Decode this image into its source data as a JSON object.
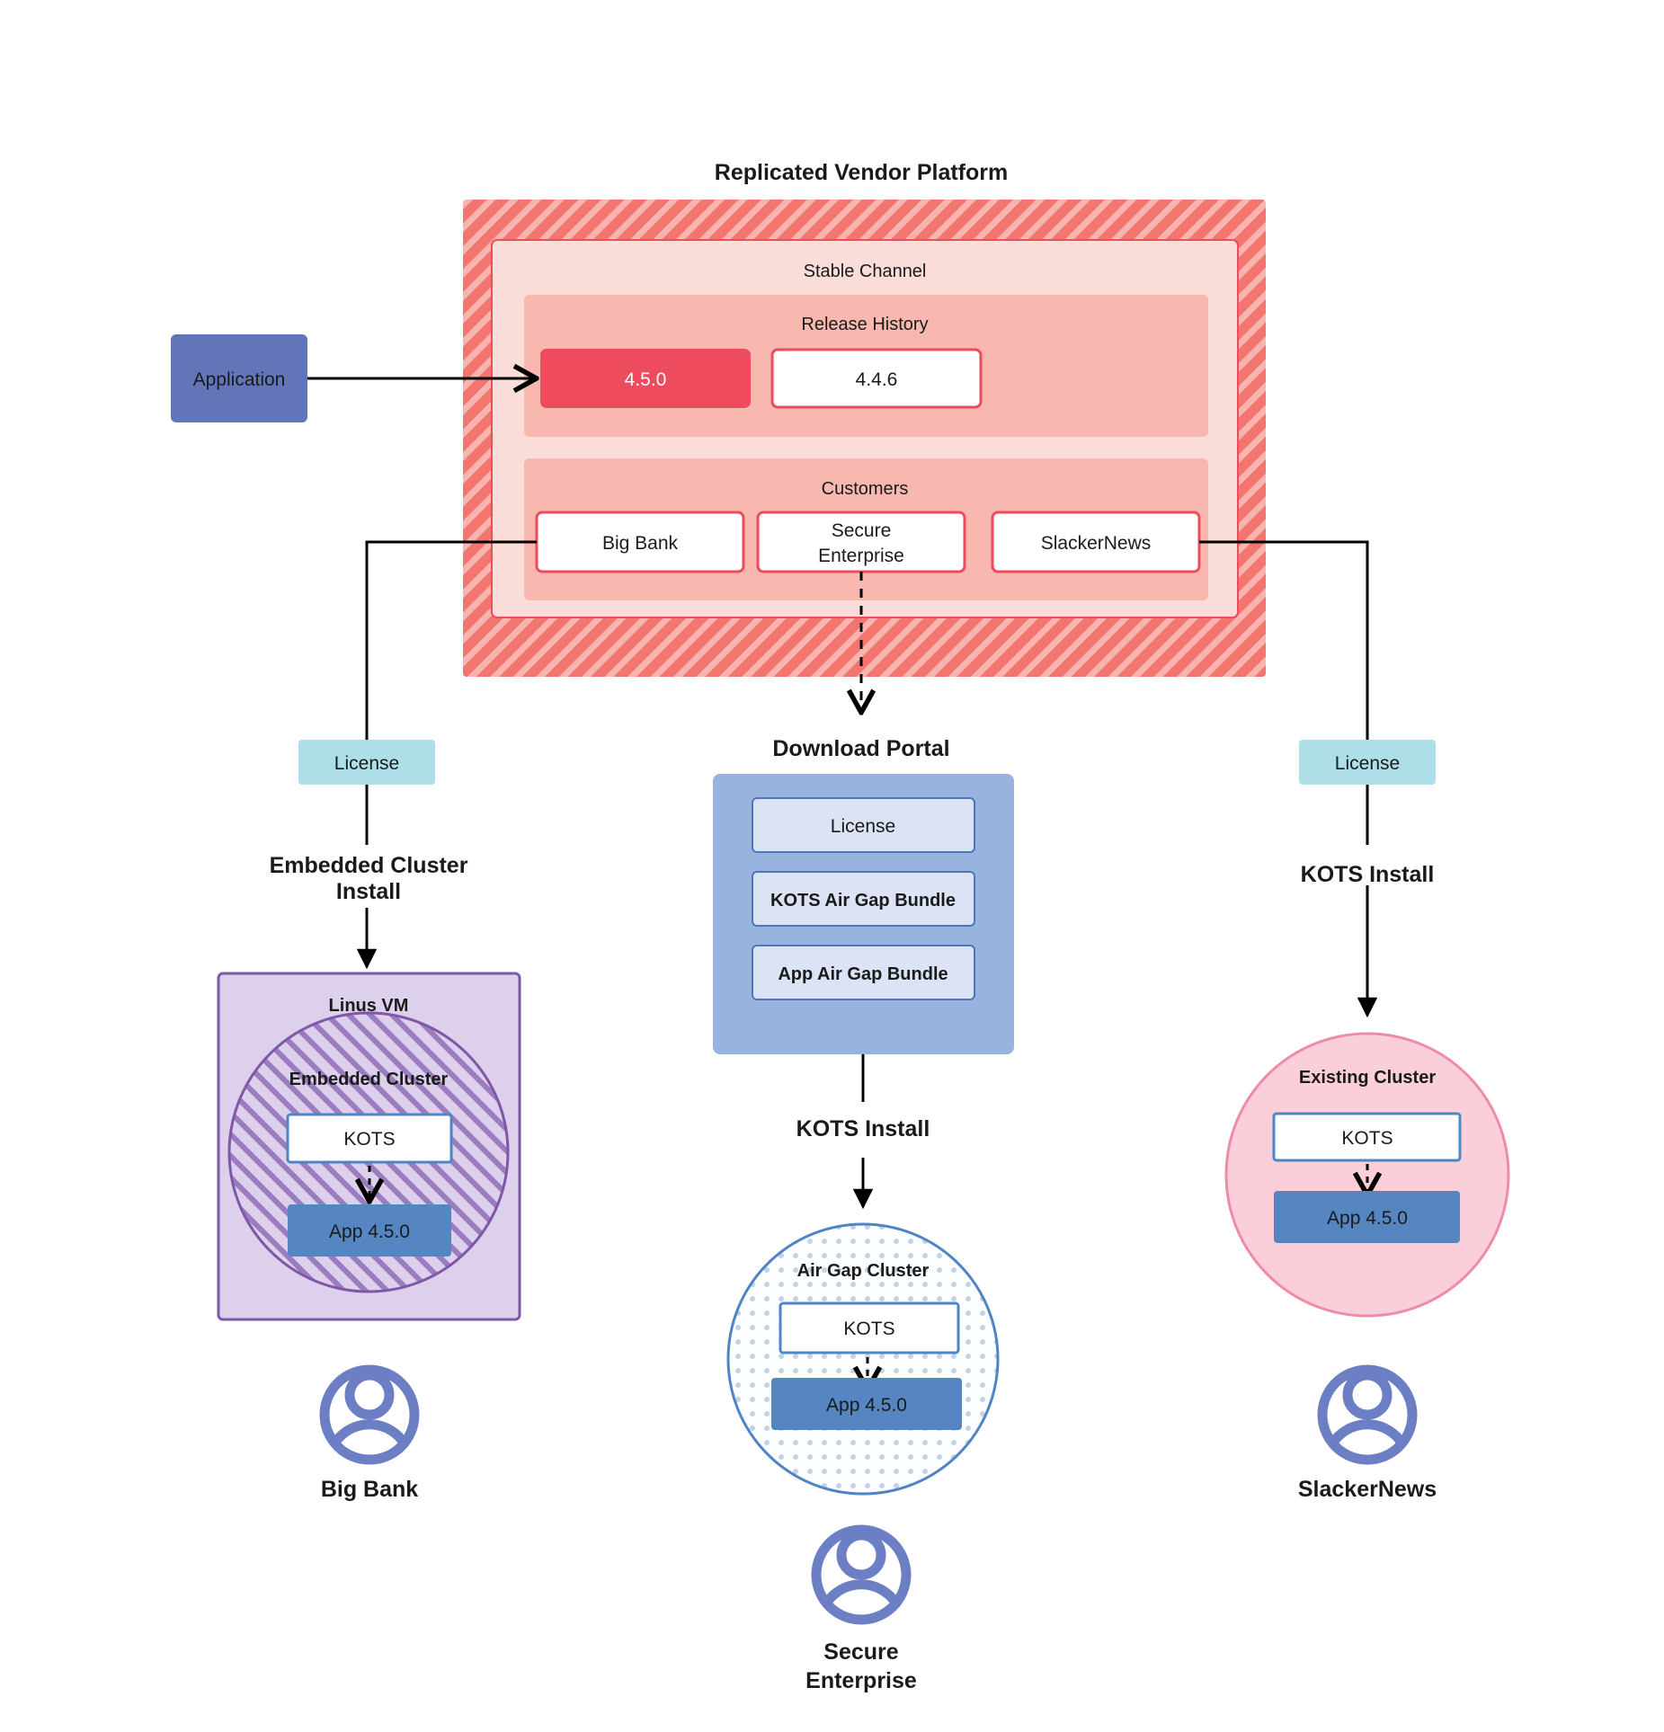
{
  "diagram": {
    "title": "Replicated Vendor Platform",
    "application_box": {
      "label": "Application"
    },
    "platform": {
      "channel_label": "Stable Channel",
      "release_history": {
        "label": "Release History",
        "releases": [
          {
            "version": "4.5.0",
            "state": "current"
          },
          {
            "version": "4.4.6",
            "state": "previous"
          }
        ]
      },
      "customers": {
        "label": "Customers",
        "items": [
          {
            "name": "Big Bank"
          },
          {
            "name": "Secure Enterprise"
          },
          {
            "name": "SlackerNews"
          }
        ]
      }
    },
    "branches": [
      {
        "id": "left",
        "license_label": "License",
        "install_label": "Embedded Cluster Install",
        "host_label": "Linus VM",
        "cluster_label": "Embedded Cluster",
        "kots_label": "KOTS",
        "app_label": "App 4.5.0",
        "persona_label": "Big Bank"
      },
      {
        "id": "center",
        "portal_title": "Download  Portal",
        "portal_items": [
          {
            "label": "License"
          },
          {
            "label": "KOTS Air Gap Bundle"
          },
          {
            "label": "App Air Gap Bundle"
          }
        ],
        "install_label": "KOTS Install",
        "cluster_label": "Air Gap Cluster",
        "kots_label": "KOTS",
        "app_label": "App 4.5.0",
        "persona_label": "Secure Enterprise"
      },
      {
        "id": "right",
        "license_label": "License",
        "install_label": "KOTS Install",
        "cluster_label": "Existing Cluster",
        "kots_label": "KOTS",
        "app_label": "App 4.5.0",
        "persona_label": "SlackerNews"
      }
    ],
    "colors": {
      "platform_hatch": "#F2766F",
      "platform_hatch_stripe": "#F8B4AF",
      "channel_bg": "#FADCD9",
      "channel_border": "#EE4B5E",
      "panel_bg": "#F8B8AF",
      "release_current_bg": "#EE4B5E",
      "release_prev_bg": "#FFFFFF",
      "release_border": "#EE4B5E",
      "application_bg": "#6275B8",
      "license_bg": "#AEDFE8",
      "portal_bg": "#98B3DE",
      "portal_item_bg": "#DCE3F4",
      "portal_item_border": "#4F76B5",
      "vm_bg": "#DDD0EC",
      "vm_border": "#7E57A6",
      "embedded_circle_border": "#7E57A6",
      "airgap_circle_border": "#4F85C4",
      "existing_circle_bg": "#FBCFDA",
      "existing_circle_border": "#EE8CA8",
      "app_bg": "#5586C2",
      "kots_border": "#4F85C4",
      "person_color": "#6C7FC4",
      "edge": "#000000"
    }
  }
}
